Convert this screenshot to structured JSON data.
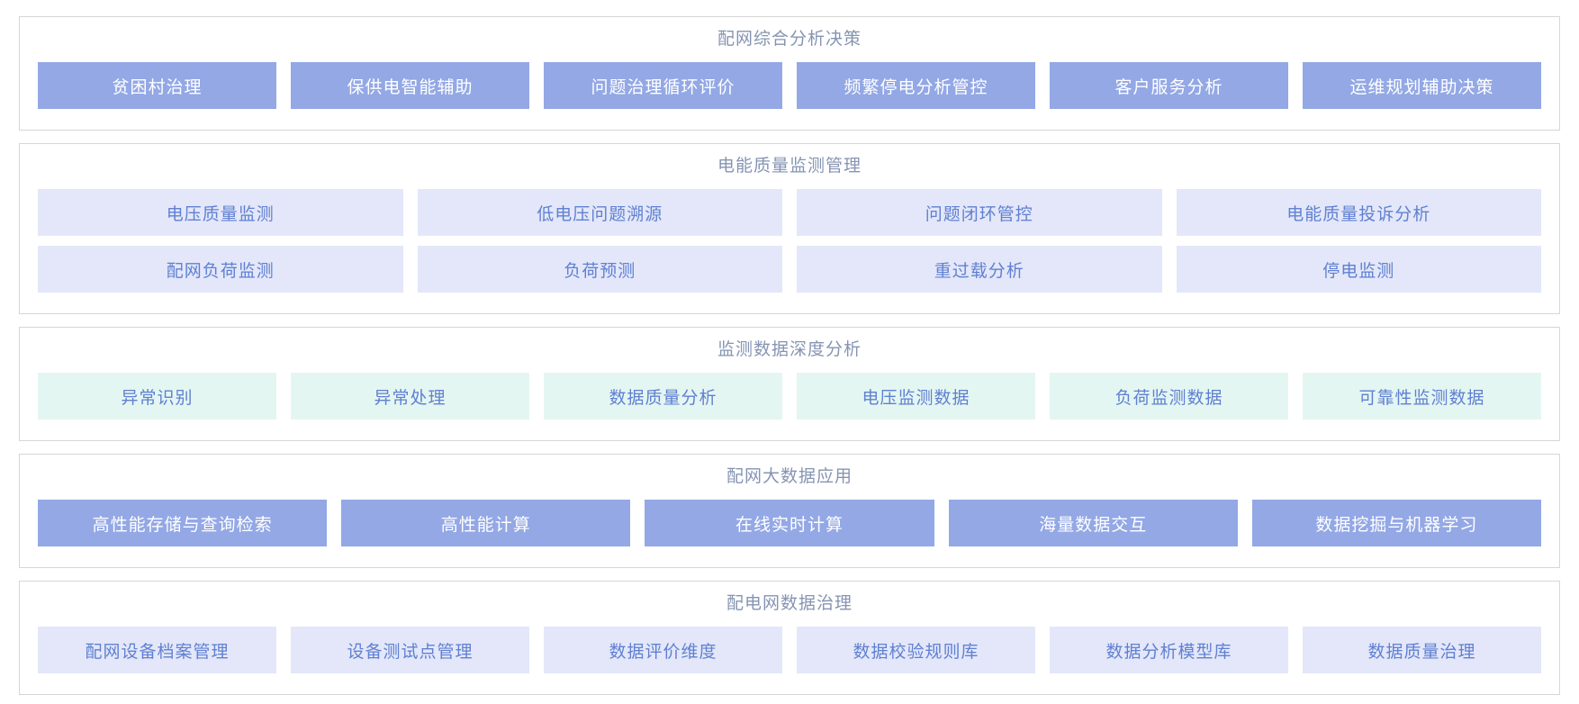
{
  "colors": {
    "card_border": "#d6d6d6",
    "title_color": "#8694b2",
    "solid_blue_bg": "#93a8e5",
    "solid_blue_text": "#ffffff",
    "lavender_bg": "#e3e7f9",
    "lavender_text": "#6080d2",
    "teal_bg": "#e4f6f2",
    "teal_text": "#6080d2"
  },
  "sections": [
    {
      "id": "comprehensive-analysis-decision",
      "title": "配网综合分析决策",
      "tile_style": "solid-blue",
      "rows": [
        [
          "贫困村治理",
          "保供电智能辅助",
          "问题治理循环评价",
          "频繁停电分析管控",
          "客户服务分析",
          "运维规划辅助决策"
        ]
      ]
    },
    {
      "id": "power-quality-monitoring",
      "title": "电能质量监测管理",
      "tile_style": "light-lavender",
      "rows": [
        [
          "电压质量监测",
          "低电压问题溯源",
          "问题闭环管控",
          "电能质量投诉分析"
        ],
        [
          "配网负荷监测",
          "负荷预测",
          "重过载分析",
          "停电监测"
        ]
      ]
    },
    {
      "id": "monitoring-data-deep-analysis",
      "title": "监测数据深度分析",
      "tile_style": "light-teal",
      "rows": [
        [
          "异常识别",
          "异常处理",
          "数据质量分析",
          "电压监测数据",
          "负荷监测数据",
          "可靠性监测数据"
        ]
      ]
    },
    {
      "id": "distribution-big-data",
      "title": "配网大数据应用",
      "tile_style": "solid-blue",
      "rows": [
        [
          "高性能存储与查询检索",
          "高性能计算",
          "在线实时计算",
          "海量数据交互",
          "数据挖掘与机器学习"
        ]
      ]
    },
    {
      "id": "distribution-data-governance",
      "title": "配电网数据治理",
      "tile_style": "light-lavender",
      "rows": [
        [
          "配网设备档案管理",
          "设备测试点管理",
          "数据评价维度",
          "数据校验规则库",
          "数据分析模型库",
          "数据质量治理"
        ]
      ]
    }
  ]
}
